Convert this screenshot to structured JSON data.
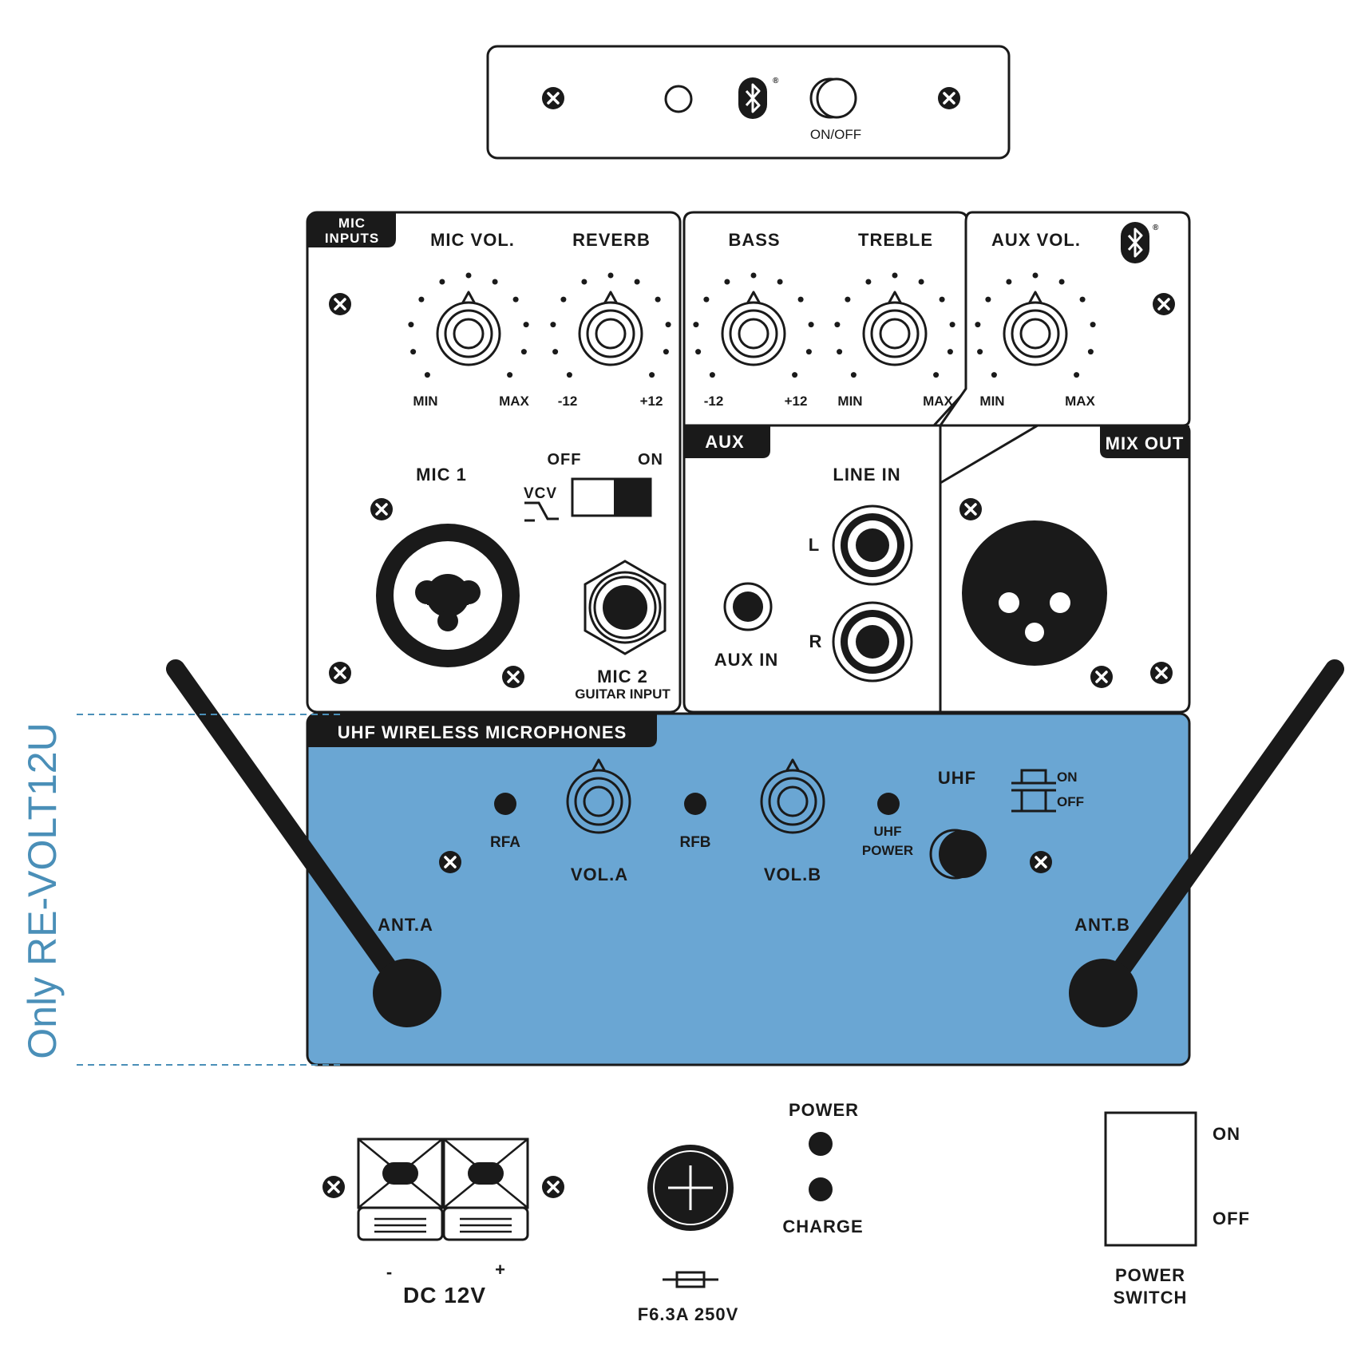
{
  "top_panel": {
    "onoff_label": "ON/OFF",
    "bluetooth_mark": "®"
  },
  "mic_panel": {
    "tag_line1": "MIC",
    "tag_line2": "INPUTS",
    "mic_vol_label": "MIC VOL.",
    "mic_vol_min": "MIN",
    "mic_vol_max": "MAX",
    "reverb_label": "REVERB",
    "reverb_min": "-12",
    "reverb_max": "+12",
    "mic1_label": "MIC 1",
    "vcv_label": "VCV",
    "switch_off": "OFF",
    "switch_on": "ON",
    "mic2_label": "MIC 2",
    "mic2_sub": "GUITAR INPUT"
  },
  "eq_panel": {
    "bass_label": "BASS",
    "bass_min": "-12",
    "bass_max": "+12",
    "treble_label": "TREBLE",
    "treble_min": "MIN",
    "treble_max": "MAX"
  },
  "aux_vol_panel": {
    "label": "AUX VOL.",
    "min": "MIN",
    "max": "MAX",
    "bluetooth_mark": "®"
  },
  "aux_panel": {
    "tag": "AUX",
    "line_in_label": "LINE IN",
    "left_label": "L",
    "right_label": "R",
    "aux_in_label": "AUX IN"
  },
  "mix_out_panel": {
    "tag": "MIX OUT"
  },
  "uhf_panel": {
    "tag": "UHF WIRELESS MICROPHONES",
    "rfa": "RFA",
    "rfb": "RFB",
    "vol_a": "VOL.A",
    "vol_b": "VOL.B",
    "uhf_label": "UHF",
    "uhf_power_line1": "UHF",
    "uhf_power_line2": "POWER",
    "on": "ON",
    "off": "OFF",
    "ant_a": "ANT.A",
    "ant_b": "ANT.B",
    "fill_color": "#6aa6d3"
  },
  "side_note": {
    "text": "Only RE-VOLT12U",
    "color": "#4a8fb8"
  },
  "bottom": {
    "dc_minus": "-",
    "dc_plus": "+",
    "dc_label": "DC 12V",
    "fuse_label": "F6.3A 250V",
    "power_led": "POWER",
    "charge_led": "CHARGE",
    "switch_on": "ON",
    "switch_off": "OFF",
    "switch_line1": "POWER",
    "switch_line2": "SWITCH"
  }
}
